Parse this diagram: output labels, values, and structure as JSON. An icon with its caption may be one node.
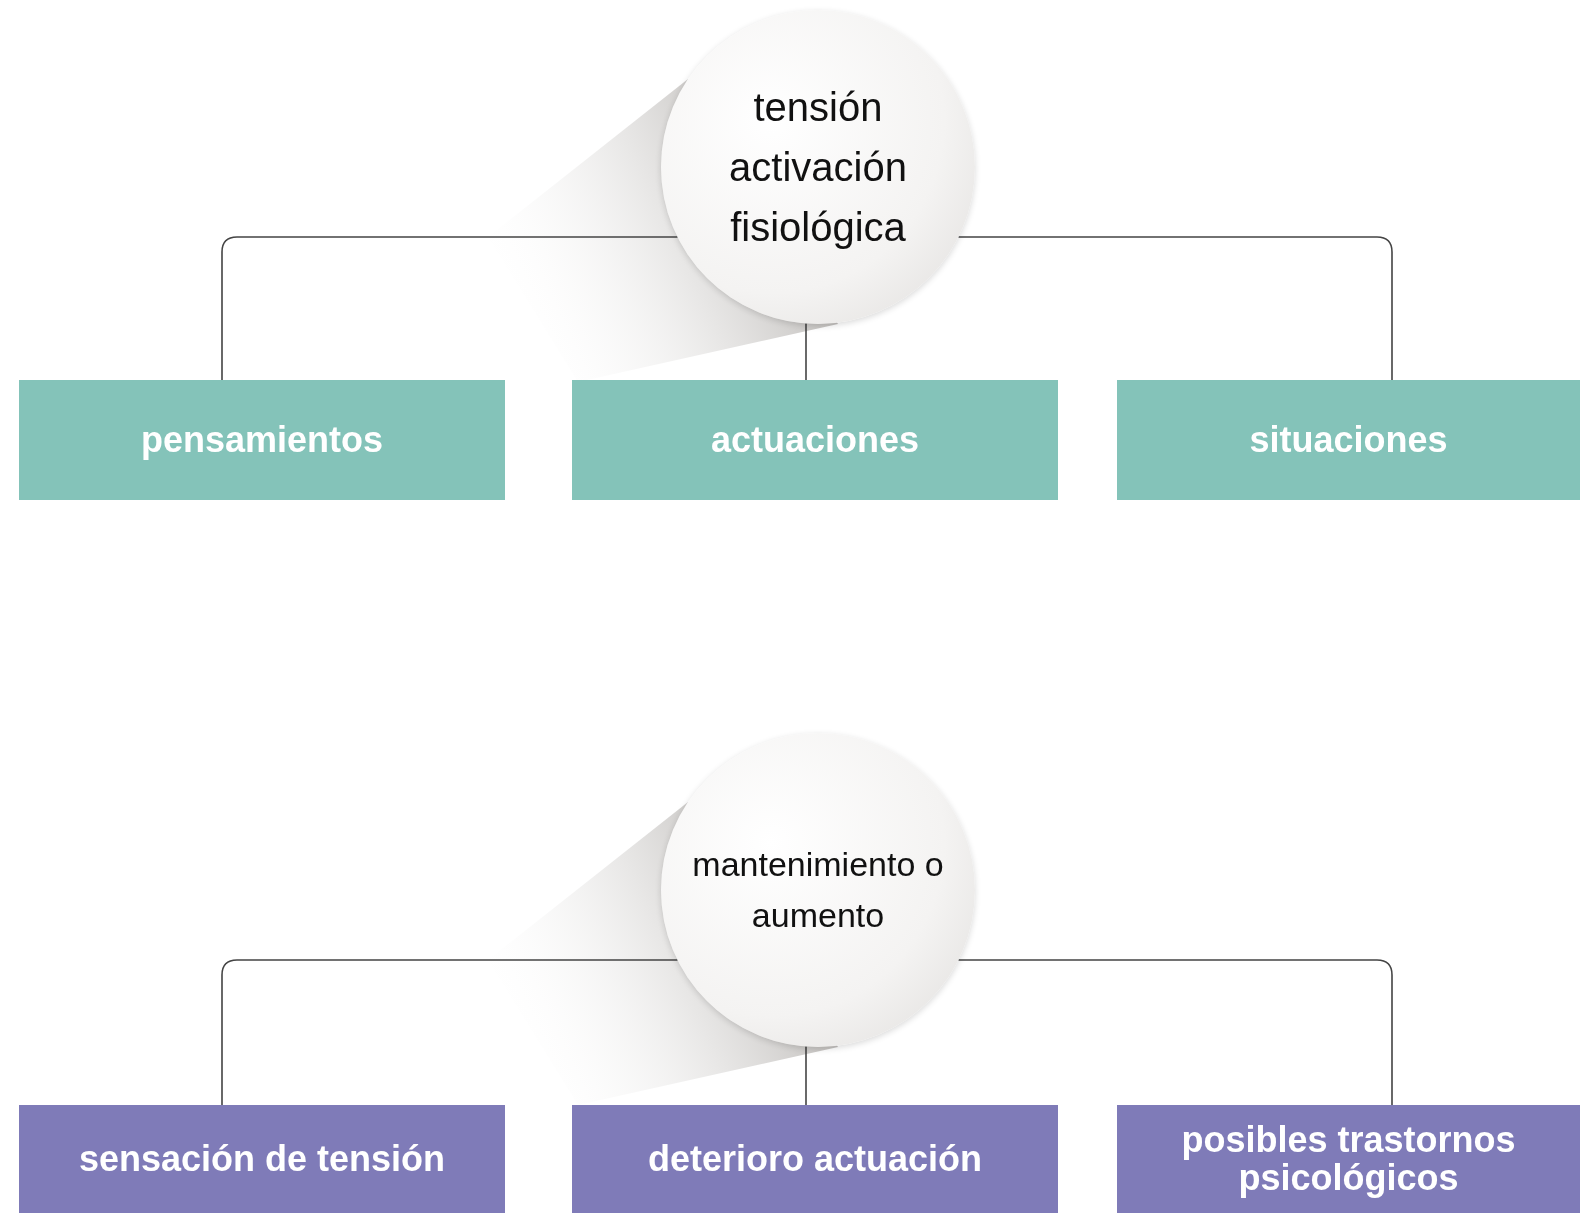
{
  "diagram": {
    "nodes": [
      {
        "text": [
          "tensión activación fisiológica"
        ]
      },
      {
        "text": [
          "pensamientos"
        ]
      },
      {
        "text": [
          "actuaciones"
        ]
      },
      {
        "text": [
          "situaciones"
        ]
      },
      {
        "text": [
          "mantenimiento o aumento"
        ]
      },
      {
        "text": [
          "sensación de tensión"
        ]
      },
      {
        "text": [
          "deterioro actuación"
        ]
      },
      {
        "text": [
          "posibles trastornos psicológicos"
        ]
      }
    ],
    "edges": [
      {
        "from": 0,
        "to": 1,
        "arrow": "none"
      },
      {
        "from": 0,
        "to": 2,
        "arrow": "none"
      },
      {
        "from": 0,
        "to": 3,
        "arrow": "none"
      },
      {
        "from": 4,
        "to": 5,
        "arrow": "none"
      },
      {
        "from": 4,
        "to": 6,
        "arrow": "none"
      },
      {
        "from": 4,
        "to": 7,
        "arrow": "none"
      }
    ]
  }
}
